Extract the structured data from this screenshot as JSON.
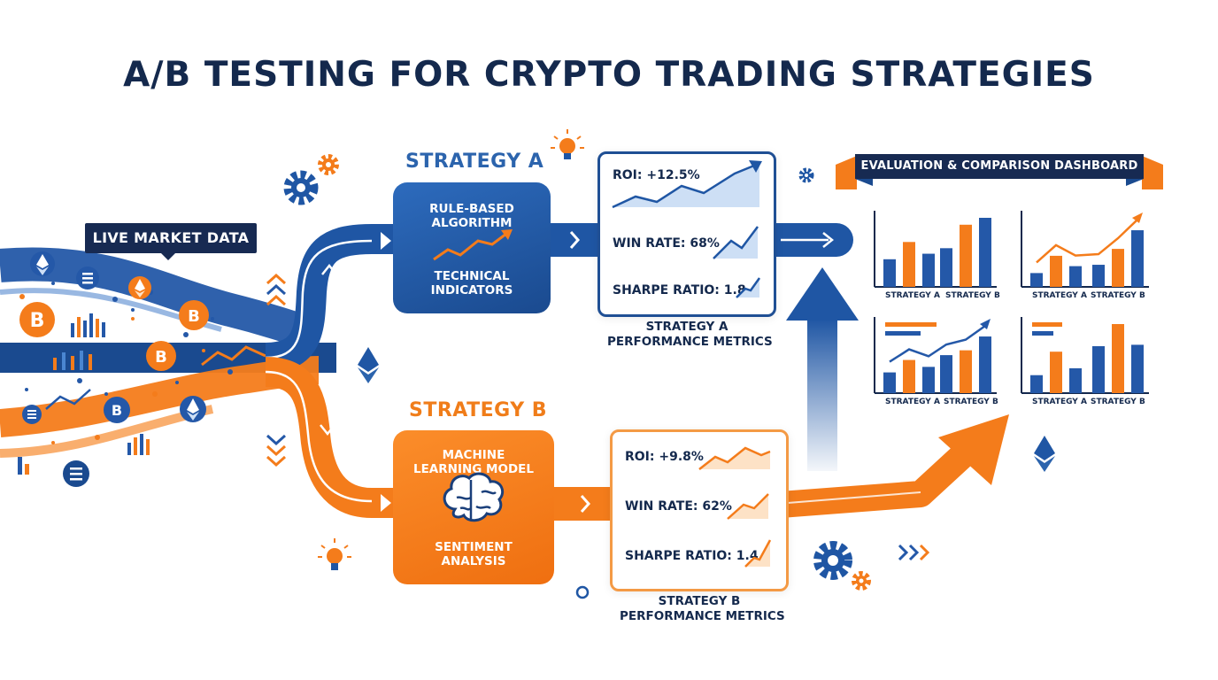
{
  "title": "A/B TESTING FOR CRYPTO TRADING STRATEGIES",
  "live_market": {
    "label": "LIVE MARKET DATA"
  },
  "strategy_a": {
    "label": "STRATEGY A",
    "box_lines": [
      "RULE-BASED",
      "ALGORITHM",
      "TECHNICAL",
      "INDICATORS"
    ],
    "metrics": [
      "ROI: +12.5%",
      "WIN RATE: 68%",
      "SHARPE RATIO: 1.8"
    ],
    "caption": [
      "STRATEGY A",
      "PERFORMANCE METRICS"
    ]
  },
  "strategy_b": {
    "label": "STRATEGY B",
    "box_lines": [
      "MACHINE",
      "LEARNING MODEL",
      "SENTIMENT",
      "ANALYSIS"
    ],
    "metrics": [
      "ROI: +9.8%",
      "WIN RATE: 62%",
      "SHARPE RATIO: 1.4"
    ],
    "caption": [
      "STRATEGY B",
      "PERFORMANCE METRICS"
    ]
  },
  "dashboard": {
    "label": "EVALUATION & COMPARISON DASHBOARD",
    "axis_labels": [
      "STRATEGY A",
      "STRATEGY B"
    ]
  },
  "colors": {
    "navy": "#14294d",
    "blue": "#2c64ad",
    "orange": "#f07d1a",
    "light_blue": "#cddff5",
    "light_orange": "#fde2c6"
  },
  "icons": [
    "ethereum-icon",
    "bitcoin-icon",
    "stack-coin-icon",
    "gear-icon",
    "lightbulb-icon",
    "brain-icon",
    "chevron-icon"
  ],
  "chart_data": [
    {
      "type": "bar",
      "categories": [
        "STRATEGY A",
        "STRATEGY B"
      ],
      "series": [
        {
          "values": [
            0.4,
            0.65,
            0.48
          ]
        },
        {
          "values": [
            0.56,
            0.9,
            1.0
          ]
        }
      ]
    },
    {
      "type": "bar",
      "categories": [
        "STRATEGY A",
        "STRATEGY B"
      ],
      "series": [
        {
          "values": [
            0.2,
            0.45,
            0.3
          ]
        },
        {
          "values": [
            0.32,
            0.55,
            0.82
          ]
        }
      ]
    },
    {
      "type": "bar",
      "categories": [
        "STRATEGY A",
        "STRATEGY B"
      ],
      "series": [
        {
          "values": [
            0.3,
            0.48,
            0.38
          ]
        },
        {
          "values": [
            0.55,
            0.62,
            0.82
          ]
        }
      ]
    },
    {
      "type": "bar",
      "categories": [
        "STRATEGY A",
        "STRATEGY B"
      ],
      "series": [
        {
          "values": [
            0.26,
            0.6,
            0.36
          ]
        },
        {
          "values": [
            0.68,
            1.0,
            0.7
          ]
        }
      ]
    }
  ]
}
